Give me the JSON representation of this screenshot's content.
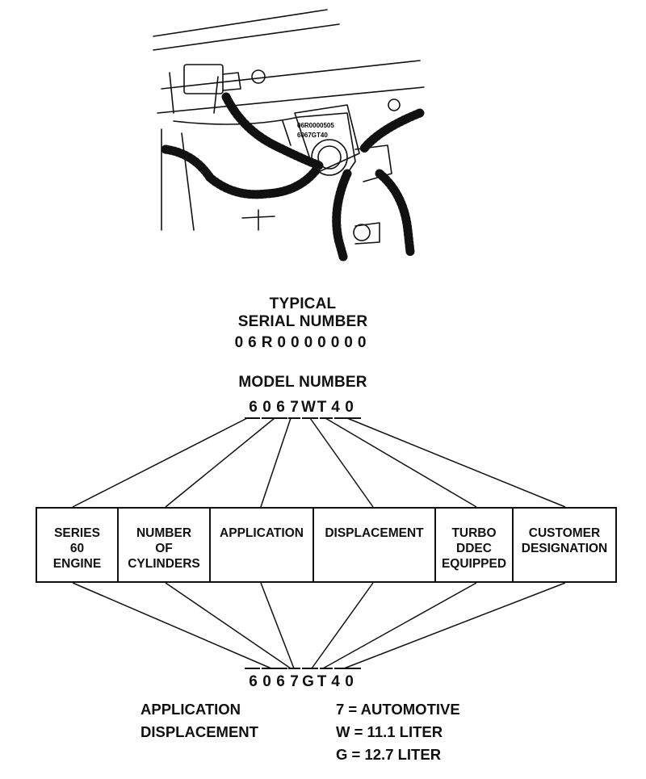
{
  "serial_heading": [
    "TYPICAL",
    "SERIAL NUMBER"
  ],
  "serial_number": "06R0000000",
  "plate_text": [
    "06R0000505",
    "6067GT40"
  ],
  "model_heading": "MODEL NUMBER",
  "model_top": [
    "6",
    "0",
    "6",
    "7",
    "W",
    "T",
    "4",
    "0"
  ],
  "model_bottom": [
    "6",
    "0",
    "6",
    "7",
    "G",
    "T",
    "4",
    "0"
  ],
  "boxes": [
    {
      "label": "SERIES\n60\nENGINE"
    },
    {
      "label": "NUMBER\nOF\nCYLINDERS"
    },
    {
      "label": "APPLICATION"
    },
    {
      "label": "DISPLACEMENT"
    },
    {
      "label": "TURBO\nDDEC\nEQUIPPED"
    },
    {
      "label": "CUSTOMER\nDESIGNATION"
    }
  ],
  "legend": {
    "application_label": "APPLICATION",
    "application_value": "7 = AUTOMOTIVE",
    "displacement_label": "DISPLACEMENT",
    "displacement_value_1": "W = 11.1 LITER",
    "displacement_value_2": "G = 12.7 LITER"
  }
}
